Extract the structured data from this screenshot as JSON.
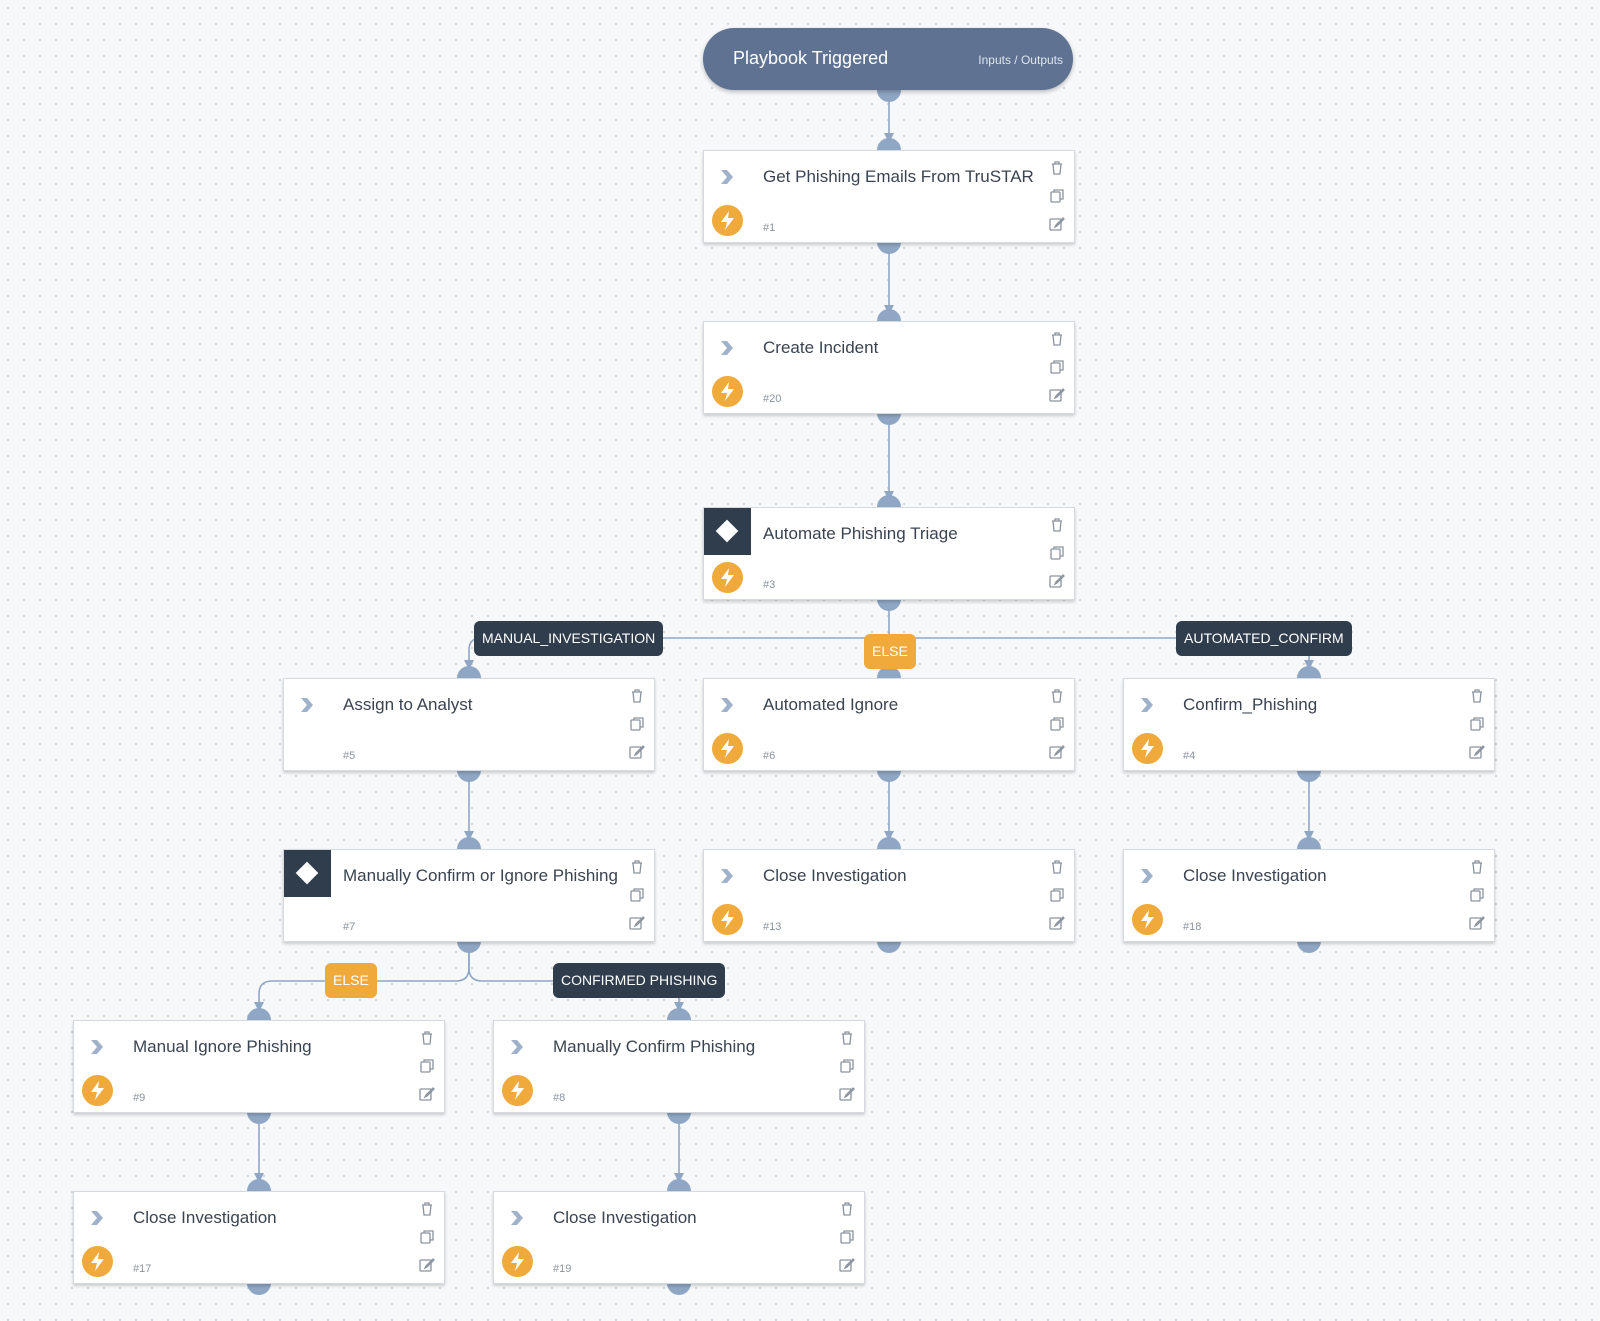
{
  "trigger": {
    "title": "Playbook Triggered",
    "io_link": "Inputs / Outputs"
  },
  "tasks": {
    "t1": {
      "title": "Get Phishing Emails From TruSTAR",
      "id": "#1"
    },
    "t20": {
      "title": "Create Incident",
      "id": "#20"
    },
    "t3": {
      "title": "Automate Phishing Triage",
      "id": "#3"
    },
    "t5": {
      "title": "Assign to Analyst",
      "id": "#5"
    },
    "t6": {
      "title": "Automated Ignore",
      "id": "#6"
    },
    "t4": {
      "title": "Confirm_Phishing",
      "id": "#4"
    },
    "t7": {
      "title": "Manually Confirm or Ignore Phishing",
      "id": "#7"
    },
    "t13": {
      "title": "Close Investigation",
      "id": "#13"
    },
    "t18": {
      "title": "Close Investigation",
      "id": "#18"
    },
    "t9": {
      "title": "Manual Ignore Phishing",
      "id": "#9"
    },
    "t8": {
      "title": "Manually Confirm Phishing",
      "id": "#8"
    },
    "t17": {
      "title": "Close Investigation",
      "id": "#17"
    },
    "t19": {
      "title": "Close Investigation",
      "id": "#19"
    }
  },
  "branches": {
    "manual_investigation": "MANUAL_INVESTIGATION",
    "else_1": "ELSE",
    "automated_confirm": "AUTOMATED_CONFIRM",
    "else_2": "ELSE",
    "confirmed_phishing": "CONFIRMED PHISHING"
  },
  "colors": {
    "trigger_bg": "#5f7291",
    "connector": "#8fa7c4",
    "edge": "#8fa7c4",
    "label_dark": "#2f3d4d",
    "label_orange": "#f0a93b",
    "automated_badge": "#f0a93b"
  },
  "icons": {
    "task_type": "chevron-right-icon",
    "condition": "diamond-icon",
    "automated": "lightning-bolt-icon",
    "delete": "trash-icon",
    "duplicate": "copy-icon",
    "edit": "edit-icon"
  }
}
